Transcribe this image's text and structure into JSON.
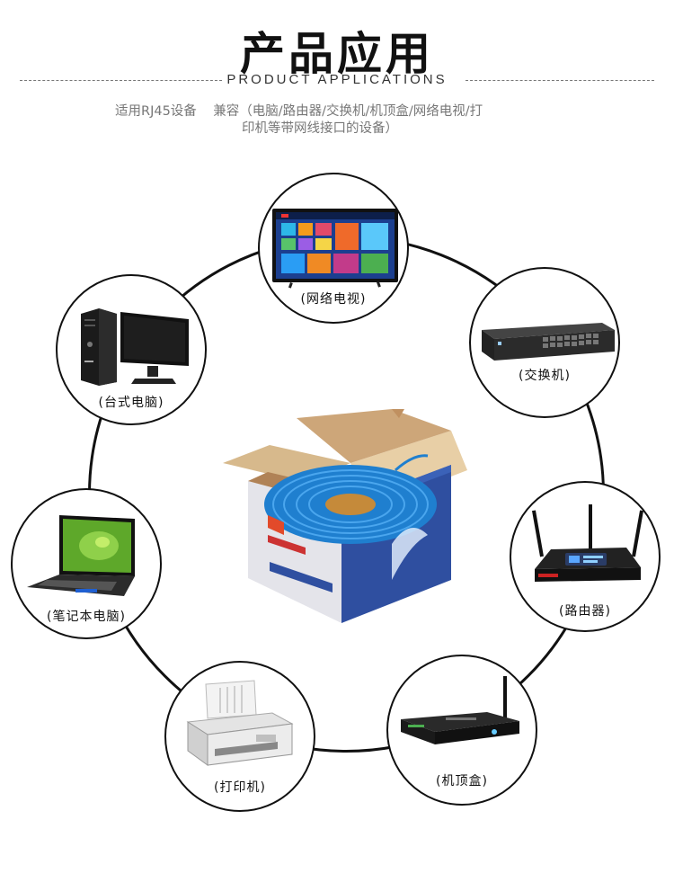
{
  "header": {
    "title": "产品应用",
    "subtitle": "PRODUCT APPLICATIONS"
  },
  "description": {
    "line1": "适用RJ45设备    兼容（电脑/路由器/交换机/机顶盒/网络电视/打",
    "line2": "印机等带网线接口的设备）"
  },
  "devices": {
    "tv": {
      "label": "(网络电视)",
      "icon": "smart-tv"
    },
    "switch": {
      "label": "(交换机)",
      "icon": "network-switch"
    },
    "router": {
      "label": "(路由器)",
      "icon": "wifi-router"
    },
    "settop": {
      "label": "(机顶盒)",
      "icon": "set-top-box"
    },
    "printer": {
      "label": "(打印机)",
      "icon": "printer"
    },
    "laptop": {
      "label": "(笔记本电脑)",
      "icon": "laptop"
    },
    "desktop": {
      "label": "(台式电脑)",
      "icon": "desktop-computer"
    }
  },
  "center": {
    "icon": "cable-box"
  }
}
